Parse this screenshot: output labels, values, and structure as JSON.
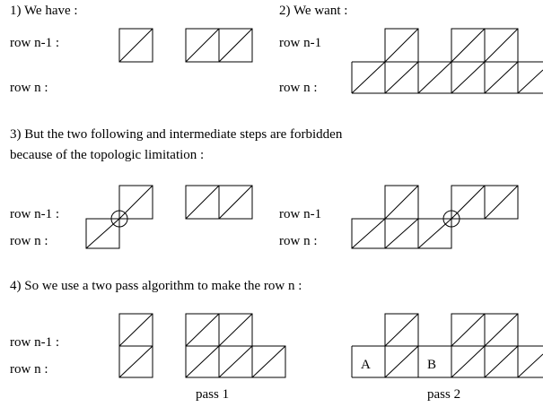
{
  "section1": {
    "heading": "1) We have :",
    "row_prev": "row n-1 :",
    "row_cur": "row n :"
  },
  "section2": {
    "heading": "2) We want :",
    "row_prev": "row n-1",
    "row_cur": "row n :"
  },
  "section3": {
    "line1": "3) But the two following and intermediate steps are forbidden",
    "line2": "because of the topologic limitation :",
    "left": {
      "row_prev": "row n-1 :",
      "row_cur": "row n :"
    },
    "right": {
      "row_prev": "row n-1",
      "row_cur": "row n :"
    }
  },
  "section4": {
    "heading": "4) So we use a two pass algorithm to make the row n :",
    "row_prev": "row n-1 :",
    "row_cur": "row n :",
    "pass1_label": "pass 1",
    "pass2_label": "pass 2",
    "cell_a": "A",
    "cell_b": "B"
  }
}
